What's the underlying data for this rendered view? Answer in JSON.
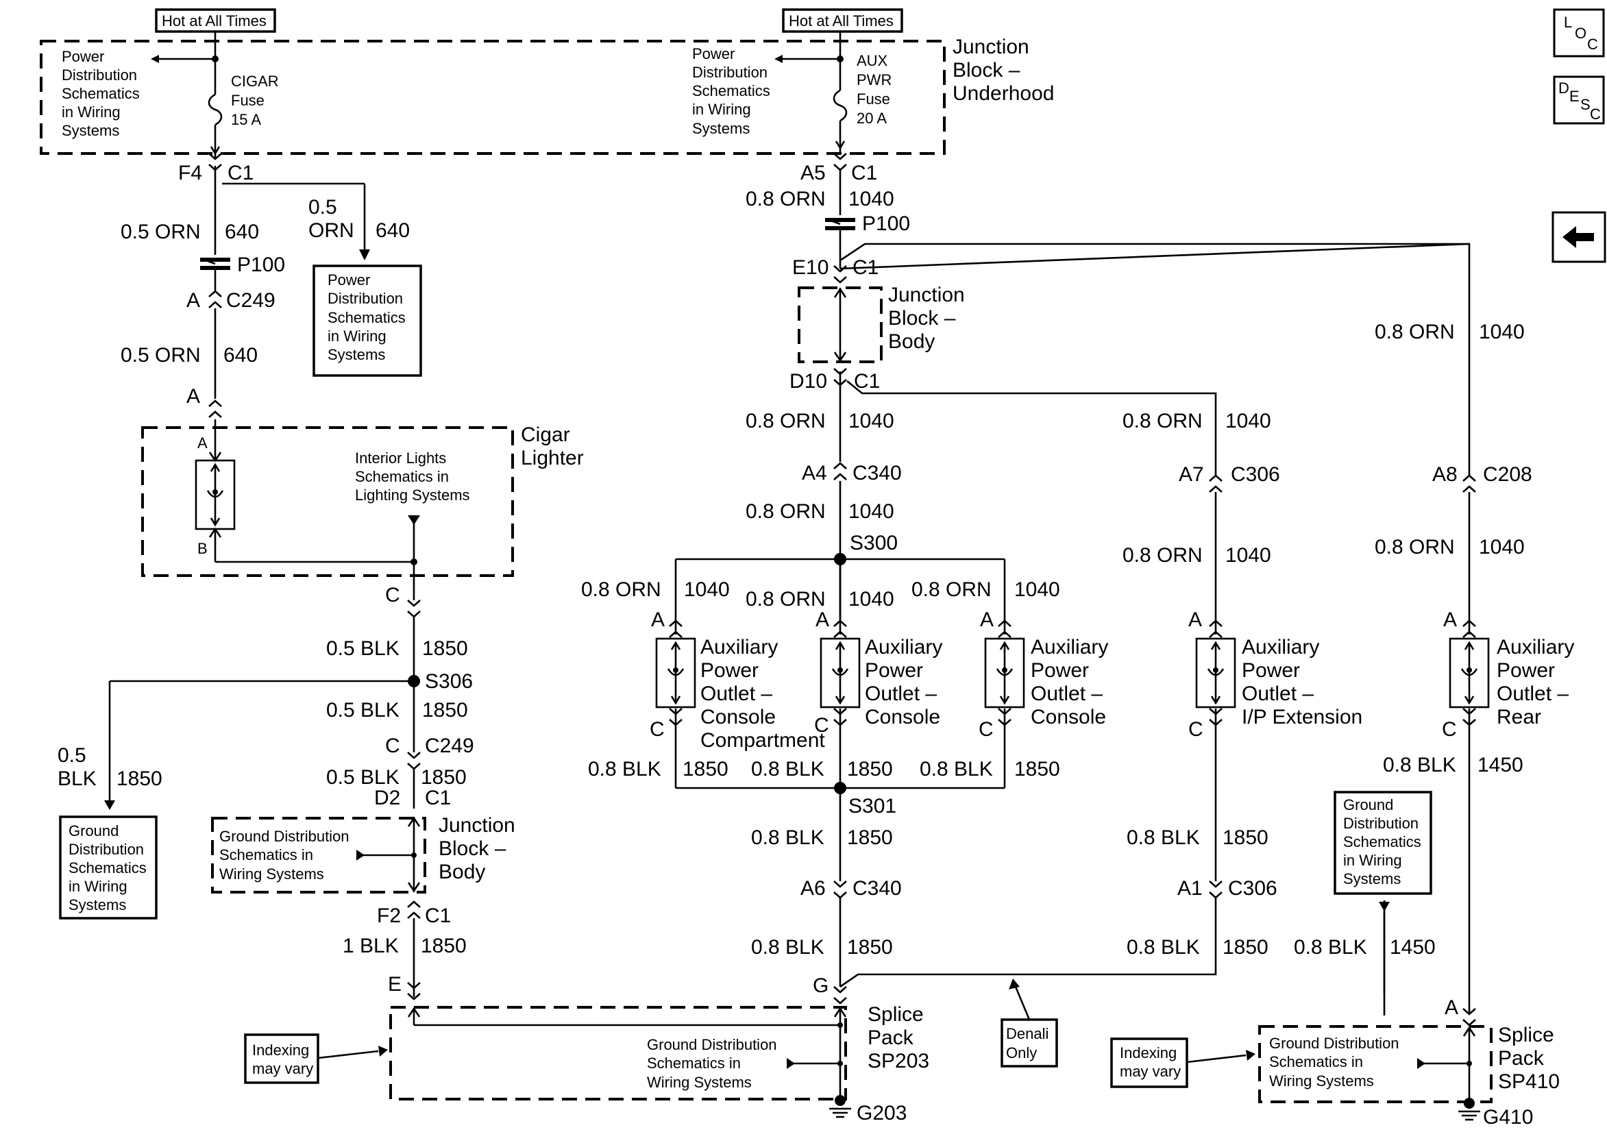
{
  "diagram": {
    "hot_left": "Hot at All Times",
    "hot_right": "Hot at All Times",
    "underhood_pd_left": [
      "Power",
      "Distribution",
      "Schematics",
      "in Wiring",
      "Systems"
    ],
    "underhood_pd_right": [
      "Power",
      "Distribution",
      "Schematics",
      "in Wiring",
      "Systems"
    ],
    "cigar_fuse": [
      "CIGAR",
      "Fuse",
      "15 A"
    ],
    "aux_fuse": [
      "AUX",
      "PWR",
      "Fuse",
      "20 A"
    ],
    "jb_underhood": [
      "Junction",
      "Block –",
      "Underhood"
    ],
    "jb_body_top": [
      "Junction",
      "Block –",
      "Body"
    ],
    "jb_body_bottom": [
      "Junction",
      "Block –",
      "Body"
    ],
    "pd_box": [
      "Power",
      "Distribution",
      "Schematics",
      "in Wiring",
      "Systems"
    ],
    "cigar_lighter": [
      "Cigar",
      "Lighter"
    ],
    "interior_lights": [
      "Interior Lights",
      "Schematics in",
      "Lighting Systems"
    ],
    "gd_left": [
      "Ground",
      "Distribution",
      "Schematics",
      "in Wiring",
      "Systems"
    ],
    "gd_right": [
      "Ground",
      "Distribution",
      "Schematics",
      "in Wiring",
      "Systems"
    ],
    "gd_jb": [
      "Ground Distribution",
      "Schematics in",
      "Wiring Systems"
    ],
    "gd_sp203": [
      "Ground Distribution",
      "Schematics in",
      "Wiring Systems"
    ],
    "gd_sp410": [
      "Ground Distribution",
      "Schematics in",
      "Wiring Systems"
    ],
    "apo1": [
      "Auxiliary",
      "Power",
      "Outlet –",
      "Console",
      "Compartment"
    ],
    "apo2": [
      "Auxiliary",
      "Power",
      "Outlet –",
      "Console"
    ],
    "apo3": [
      "Auxiliary",
      "Power",
      "Outlet –",
      "Console"
    ],
    "apo4": [
      "Auxiliary",
      "Power",
      "Outlet –",
      "I/P Extension"
    ],
    "apo5": [
      "Auxiliary",
      "Power",
      "Outlet –",
      "Rear"
    ],
    "sp203": [
      "Splice",
      "Pack",
      "SP203"
    ],
    "sp410": [
      "Splice",
      "Pack",
      "SP410"
    ],
    "indexing_left": [
      "Indexing",
      "may vary"
    ],
    "indexing_right": [
      "Indexing",
      "may vary"
    ],
    "denali": [
      "Denali",
      "Only"
    ],
    "g203": "G203",
    "g410": "G410",
    "nav_loc": [
      "L",
      "O",
      "C"
    ],
    "nav_desc": [
      "D",
      "E",
      "S",
      "C"
    ],
    "labels": {
      "f4": "F4",
      "c1_a": "C1",
      "orn640_a": "0.5 ORN",
      "n640_a": "640",
      "orn640_b1": "0.5",
      "orn640_b2": "ORN",
      "n640_b": "640",
      "p100_a": "P100",
      "a_c249": "A",
      "c249_a": "C249",
      "orn640_c": "0.5 ORN",
      "n640_c": "640",
      "a_cig": "A",
      "a_sw": "A",
      "b_sw": "B",
      "c_cig": "C",
      "blk1850_a": "0.5 BLK",
      "n1850_a": "1850",
      "s306": "S306",
      "blk1850_b": "0.5 BLK",
      "n1850_b": "1850",
      "c_c249": "C",
      "c249_b": "C249",
      "blk_left1": "0.5",
      "blk_left2": "BLK",
      "n1850_left": "1850",
      "blk1850_c": "0.5 BLK",
      "n1850_c": "1850",
      "d2": "D2",
      "c1_d2": "C1",
      "f2": "F2",
      "c1_f2": "C1",
      "blk1850_d": "1 BLK",
      "n1850_d": "1850",
      "e_sp": "E",
      "a5": "A5",
      "c1_a5": "C1",
      "orn1040_a": "0.8 ORN",
      "n1040_a": "1040",
      "p100_b": "P100",
      "e10": "E10",
      "c1_e10": "C1",
      "d10": "D10",
      "c1_d10": "C1",
      "orn1040_b": "0.8 ORN",
      "n1040_b": "1040",
      "a4": "A4",
      "c340_a": "C340",
      "orn1040_c": "0.8 ORN",
      "n1040_c": "1040",
      "s300": "S300",
      "orn1040_d": "0.8 ORN",
      "n1040_d": "1040",
      "orn1040_e": "0.8 ORN",
      "n1040_e": "1040",
      "orn1040_f": "0.8 ORN",
      "n1040_f": "1040",
      "a_o1": "A",
      "a_o2": "A",
      "a_o3": "A",
      "c_o1": "C",
      "c_o2": "C",
      "c_o3": "C",
      "blk1850_e": "0.8 BLK",
      "n1850_e": "1850",
      "blk1850_f": "0.8 BLK",
      "n1850_f": "1850",
      "blk1850_g": "0.8 BLK",
      "n1850_g": "1850",
      "s301": "S301",
      "blk1850_h": "0.8 BLK",
      "n1850_h": "1850",
      "a6": "A6",
      "c340_b": "C340",
      "blk1850_i": "0.8 BLK",
      "n1850_i": "1850",
      "g_sp": "G",
      "orn1040_g": "0.8 ORN",
      "n1040_g": "1040",
      "a7": "A7",
      "c306_a": "C306",
      "orn1040_h": "0.8 ORN",
      "n1040_h": "1040",
      "a_o4": "A",
      "c_o4": "C",
      "blk1850_j": "0.8 BLK",
      "n1850_j": "1850",
      "a1": "A1",
      "c306_b": "C306",
      "blk1850_k": "0.8 BLK",
      "n1850_k": "1850",
      "orn1040_i": "0.8 ORN",
      "n1040_i": "1040",
      "a8": "A8",
      "c208": "C208",
      "orn1040_j": "0.8 ORN",
      "n1040_j": "1040",
      "a_o5": "A",
      "c_o5": "C",
      "blk1450_a": "0.8 BLK",
      "n1450_a": "1450",
      "blk1450_b": "0.8 BLK",
      "n1450_b": "1450",
      "a_sp410": "A"
    }
  }
}
